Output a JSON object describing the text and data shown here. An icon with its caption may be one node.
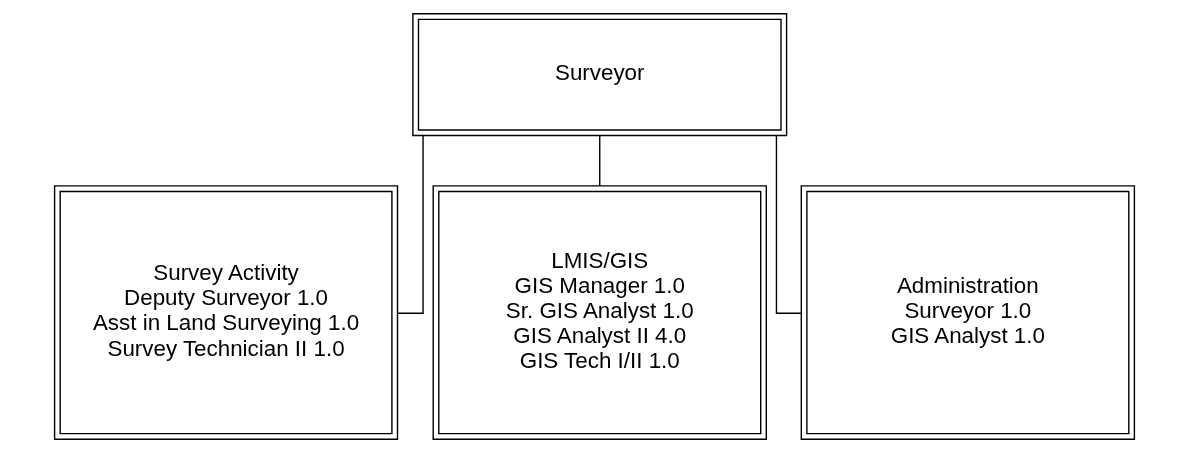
{
  "diagram": {
    "nodes": [
      {
        "text": [
          "Surveyor"
        ]
      },
      {
        "text": [
          "Survey Activity",
          "Deputy Surveyor 1.0",
          "Asst in Land Surveying 1.0",
          "Survey Technician II 1.0"
        ]
      },
      {
        "text": [
          "LMIS/GIS",
          "GIS Manager 1.0",
          "Sr. GIS Analyst 1.0",
          "GIS Analyst II 4.0",
          "GIS Tech I/II 1.0"
        ]
      },
      {
        "text": [
          "Administration",
          "Surveyor 1.0",
          "GIS Analyst 1.0"
        ]
      }
    ],
    "edges": [
      {
        "from": 0,
        "to": 1,
        "arrow": "none"
      },
      {
        "from": 0,
        "to": 2,
        "arrow": "none"
      },
      {
        "from": 0,
        "to": 3,
        "arrow": "none"
      }
    ]
  }
}
